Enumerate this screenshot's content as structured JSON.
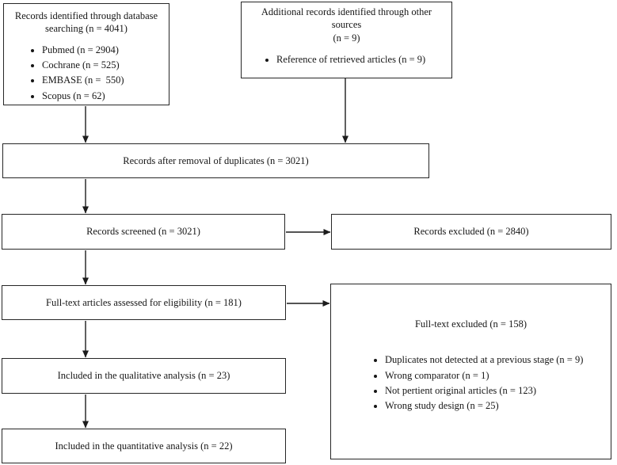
{
  "boxes": {
    "database": {
      "title": "Records identified through database searching (n = 4041)",
      "items": [
        "Pubmed (n = 2904)",
        "Cochrane (n = 525)",
        "EMBASE (n =  550)",
        "Scopus (n = 62)"
      ]
    },
    "other_sources": {
      "title": "Additional records identified through other sources",
      "count": "(n = 9)",
      "items": [
        "Reference of retrieved articles (n = 9)"
      ]
    },
    "deduplicated": {
      "label": "Records after removal of duplicates (n = 3021)"
    },
    "screened": {
      "label": "Records screened (n = 3021)"
    },
    "records_excluded": {
      "label": "Records excluded (n = 2840)"
    },
    "fulltext_assessed": {
      "label": "Full-text articles assessed for eligibility (n = 181)"
    },
    "fulltext_excluded": {
      "title": "Full-text excluded (n = 158)",
      "items": [
        "Duplicates not detected at a previous stage (n = 9)",
        "Wrong comparator (n = 1)",
        "Not pertient original articles (n = 123)",
        "Wrong study design (n = 25)"
      ]
    },
    "qualitative": {
      "label": "Included in the qualitative analysis (n = 23)"
    },
    "quantitative": {
      "label": "Included in the quantitative analysis (n = 22)"
    }
  }
}
